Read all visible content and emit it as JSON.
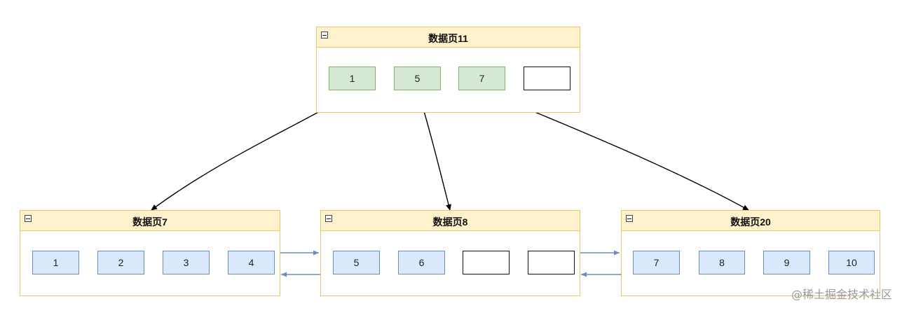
{
  "pages": {
    "root": {
      "title": "数据页11",
      "cells": [
        "1",
        "5",
        "7",
        ""
      ]
    },
    "left": {
      "title": "数据页7",
      "cells": [
        "1",
        "2",
        "3",
        "4"
      ]
    },
    "middle": {
      "title": "数据页8",
      "cells": [
        "5",
        "6",
        "",
        ""
      ]
    },
    "right": {
      "title": "数据页20",
      "cells": [
        "7",
        "8",
        "9",
        "10"
      ]
    }
  },
  "watermark": "@稀土掘金技术社区",
  "colors": {
    "header_fill": "#fff2cc",
    "border": "#e8c66a",
    "green_fill": "#d5e8d4",
    "green_stroke": "#82b366",
    "blue_fill": "#dae8fc",
    "blue_stroke": "#6c8ebf",
    "pointer": "#000000"
  }
}
